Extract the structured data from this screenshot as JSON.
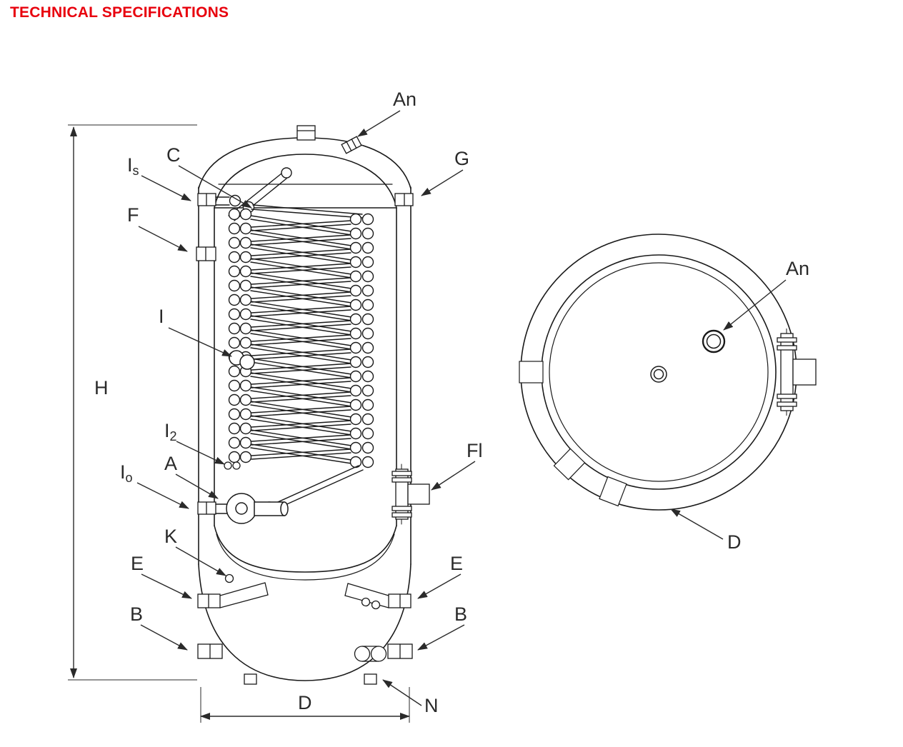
{
  "title": "TECHNICAL SPECIFICATIONS",
  "colors": {
    "title_red": "#e8000d",
    "line": "#1a1a1a",
    "label": "#2a2a2a"
  },
  "front_view": {
    "labels": {
      "An": "An",
      "Is_base": "I",
      "Is_sub": "s",
      "C": "C",
      "F": "F",
      "G": "G",
      "I": "I",
      "I2_base": "I",
      "I2_sub": "2",
      "A": "A",
      "Io_base": "I",
      "Io_sub": "o",
      "K": "K",
      "E_left": "E",
      "E_right": "E",
      "B_left": "B",
      "B_right": "B",
      "Fl": "Fl",
      "N": "N",
      "H": "H",
      "D": "D"
    }
  },
  "top_view": {
    "labels": {
      "An": "An",
      "D": "D"
    }
  }
}
